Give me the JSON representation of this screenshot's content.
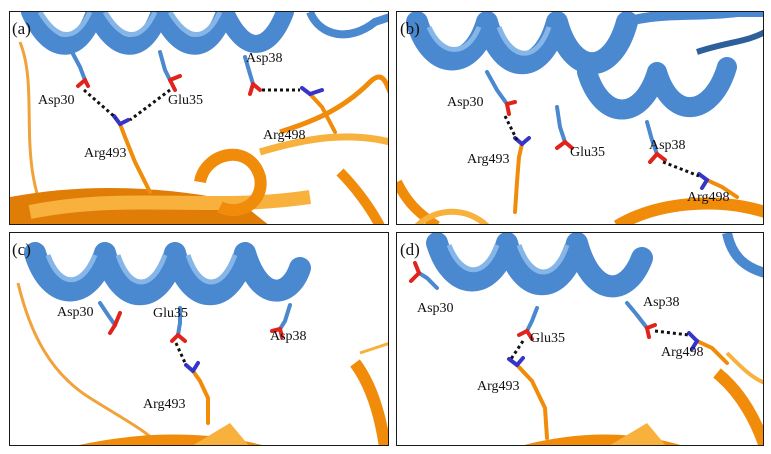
{
  "colors": {
    "helix": "#4a88cf",
    "helix_light": "#86b6e8",
    "helix_dark": "#2d5f9a",
    "ribbon": "#f08c0a",
    "ribbon_light": "#f7b13c",
    "ribbon_dark": "#c96d06",
    "oxygen": "#e0241c",
    "nitrogen": "#3535c8",
    "bond": "#111111"
  },
  "panels": [
    {
      "label": "(a)",
      "residues": {
        "asp30": "Asp30",
        "glu35": "Glu35",
        "asp38": "Asp38",
        "arg493": "Arg493",
        "arg498": "Arg498"
      }
    },
    {
      "label": "(b)",
      "residues": {
        "asp30": "Asp30",
        "arg493": "Arg493",
        "glu35": "Glu35",
        "asp38": "Asp38",
        "arg498": "Arg498"
      }
    },
    {
      "label": "(c)",
      "residues": {
        "asp30": "Asp30",
        "glu35": "Glu35",
        "asp38": "Asp38",
        "arg493": "Arg493"
      }
    },
    {
      "label": "(d)",
      "residues": {
        "asp30": "Asp30",
        "asp38": "Asp38",
        "glu35": "Glu35",
        "arg498": "Arg498",
        "arg493": "Arg493"
      }
    }
  ]
}
